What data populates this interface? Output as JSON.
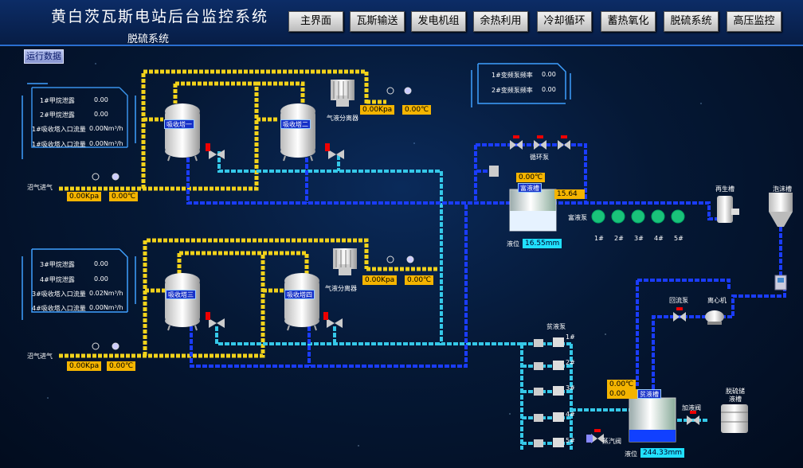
{
  "header": {
    "title": "黄白茨瓦斯电站后台监控系统",
    "subtitle": "脱硫系统"
  },
  "nav": [
    "主界面",
    "瓦斯输送",
    "发电机组",
    "余热利用",
    "冷却循环",
    "蓄热氧化",
    "脱硫系统",
    "高压监控"
  ],
  "run_data_label": "运行数据",
  "panel1": {
    "rows": [
      {
        "label": "1#甲烷泄露",
        "value": "0.00"
      },
      {
        "label": "2#甲烷泄露",
        "value": "0.00"
      },
      {
        "label": "1#吸收塔入口流量",
        "value": "0.00Nm³/h"
      },
      {
        "label": "1#吸收塔入口流量",
        "value": "0.00Nm³/h"
      }
    ]
  },
  "panel2": {
    "rows": [
      {
        "label": "3#甲烷泄露",
        "value": "0.00"
      },
      {
        "label": "4#甲烷泄露",
        "value": "0.00"
      },
      {
        "label": "3#吸收塔入口流量",
        "value": "0.02Nm³/h"
      },
      {
        "label": "4#吸收塔入口流量",
        "value": "0.00Nm³/h"
      }
    ]
  },
  "panel3": {
    "rows": [
      {
        "label": "1#变频泵频率",
        "value": "0.00"
      },
      {
        "label": "2#变频泵频率",
        "value": "0.00"
      }
    ]
  },
  "towers": [
    "吸收塔一",
    "吸收塔二",
    "吸收塔三",
    "吸收塔四"
  ],
  "separator_label": "气液分离器",
  "gas_in_label": "沼气进气",
  "readings": {
    "sep1_pressure": "0.00Kpa",
    "sep1_temp": "0.00℃",
    "sep2_pressure": "0.00Kpa",
    "sep2_temp": "0.00℃",
    "in1_pressure": "0.00Kpa",
    "in1_temp": "0.00℃",
    "in2_pressure": "0.00Kpa",
    "in2_temp": "0.00℃"
  },
  "rich_tank": {
    "name": "富液槽",
    "temp": "0.00℃",
    "value": "15.64",
    "level_label": "液位",
    "level": "16.55mm"
  },
  "circ_pump_label": "循环泵",
  "rich_pump_label": "富液泵",
  "rich_pumps": [
    "1#",
    "2#",
    "3#",
    "4#",
    "5#"
  ],
  "regen_label": "再生槽",
  "foam_label": "泡沫槽",
  "return_pump_label": "回流泵",
  "centrifuge_label": "离心机",
  "lean_pump_label": "贫液泵",
  "lean_pumps": [
    "1#",
    "2#",
    "3#",
    "4#",
    "5#"
  ],
  "lean_tank": {
    "name": "贫液槽",
    "temp": "0.00℃",
    "value": "0.00",
    "level_label": "液位",
    "level": "244.33mm"
  },
  "steam_valve_label": "蒸汽阀",
  "add_valve_label": "加液阀",
  "desulf_tank_label": "脱硫储液槽",
  "colors": {
    "gas_pipe": "#f2d21a",
    "blue_pipe": "#1a3cff",
    "cyan_pipe": "#35c8e8",
    "reading_bg": "#f4b400"
  }
}
